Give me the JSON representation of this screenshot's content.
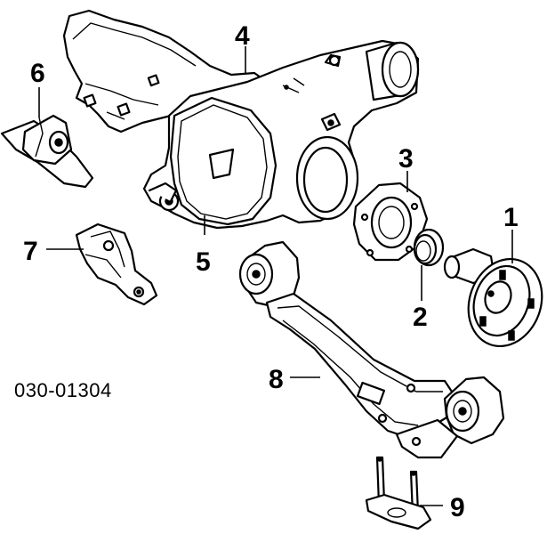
{
  "catalog_number": "030-01304",
  "callouts": {
    "p1": "1",
    "p2": "2",
    "p3": "3",
    "p4": "4",
    "p5": "5",
    "p6": "6",
    "p7": "7",
    "p8": "8",
    "p9": "9"
  },
  "colors": {
    "line": "#000000",
    "background": "#ffffff"
  }
}
